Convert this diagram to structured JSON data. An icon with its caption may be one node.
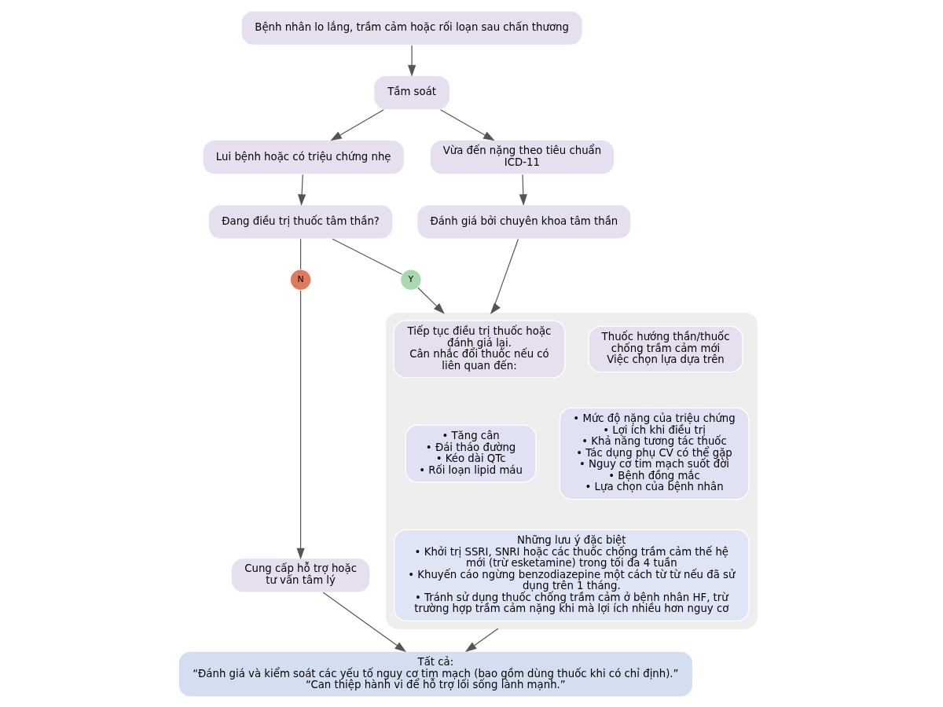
{
  "diagram": {
    "nodes": [
      {
        "text": [
          "Bệnh nhân lo lắng, trầm cảm hoặc rối loạn sau chấn thương"
        ]
      },
      {
        "text": [
          "Tầm soát"
        ]
      },
      {
        "text": [
          "Lui bệnh hoặc có triệu chứng nhẹ"
        ]
      },
      {
        "text": [
          "Vừa đến nặng theo tiêu chuẩn ICD-11"
        ]
      },
      {
        "text": [
          "Đang điều trị thuốc tâm thần?"
        ]
      },
      {
        "text": [
          "Đánh giá bởi chuyên khoa tâm thần"
        ]
      },
      {
        "text": [
          "N"
        ]
      },
      {
        "text": [
          "Y"
        ]
      },
      {
        "text": [
          "Cung cấp hỗ trợ hoặc tư vấn tâm lý"
        ]
      },
      {
        "text": [],
        "shape": "box"
      },
      {
        "text": [
          "Tiếp tục điều trị thuốc hoặc đánh giá lại.",
          "Cân nhắc đổi thuốc nếu có liên quan đến:"
        ],
        "in": 9
      },
      {
        "text": [
          "Thuốc hướng thần/thuốc chống trầm cảm mới",
          "Việc chọn lựa dựa trên"
        ],
        "in": 9
      },
      {
        "text": [
          "• Tăng cân",
          "• Đái tháo đường",
          "• Kéo dài QTc",
          "• Rối loạn lipid máu"
        ],
        "in": 9
      },
      {
        "text": [
          "• Mức độ nặng của triệu chứng",
          "• Lợi ích khi điều trị",
          "• Khả năng tương tác thuốc",
          "• Tác dụng phụ CV có thể gặp",
          "• Nguy cơ tim mạch suốt đời",
          "• Bệnh đồng mắc",
          "• Lựa chọn của bệnh nhân"
        ],
        "in": 9
      },
      {
        "text": [
          "Những lưu ý đặc biệt",
          "• Khởi trị SSRI, SNRI hoặc các thuốc chống trầm cảm thế hệ mới (trừ esketamine) trong tối đa 4 tuần",
          "• Khuyến cáo ngừng benzodiazepine một cách từ từ nếu đã sử dụng trên 1 tháng.",
          "• Tránh sử dụng thuốc chống trầm cảm ở bệnh nhân HF, trừ trường hợp trầm cảm nặng khi mà lợi ích nhiều hơn nguy cơ"
        ],
        "in": 9
      },
      {
        "text": [
          "Tất cả:",
          "“Đánh giá và kiểm soát các yếu tố nguy cơ tim mạch (bao gồm dùng thuốc khi có chỉ định).”",
          "“Can thiệp hành vi để hỗ trợ lối sống lành mạnh.”"
        ]
      }
    ],
    "edges": [
      {
        "from": 0,
        "to": 1,
        "arrow": "to"
      },
      {
        "from": 1,
        "to": 2,
        "arrow": "to"
      },
      {
        "from": 1,
        "to": 3,
        "arrow": "to"
      },
      {
        "from": 2,
        "to": 4,
        "arrow": "to"
      },
      {
        "from": 3,
        "to": 5,
        "arrow": "to"
      },
      {
        "from": 4,
        "to": 6,
        "arrow": "none"
      },
      {
        "from": 6,
        "to": 8,
        "arrow": "to"
      },
      {
        "from": 4,
        "to": 7,
        "arrow": "none"
      },
      {
        "from": 7,
        "to": 9,
        "arrow": "to"
      },
      {
        "from": 5,
        "to": 9,
        "arrow": "to"
      },
      {
        "from": 8,
        "to": 15,
        "arrow": "to"
      },
      {
        "from": 9,
        "to": 15,
        "arrow": "to"
      }
    ]
  }
}
